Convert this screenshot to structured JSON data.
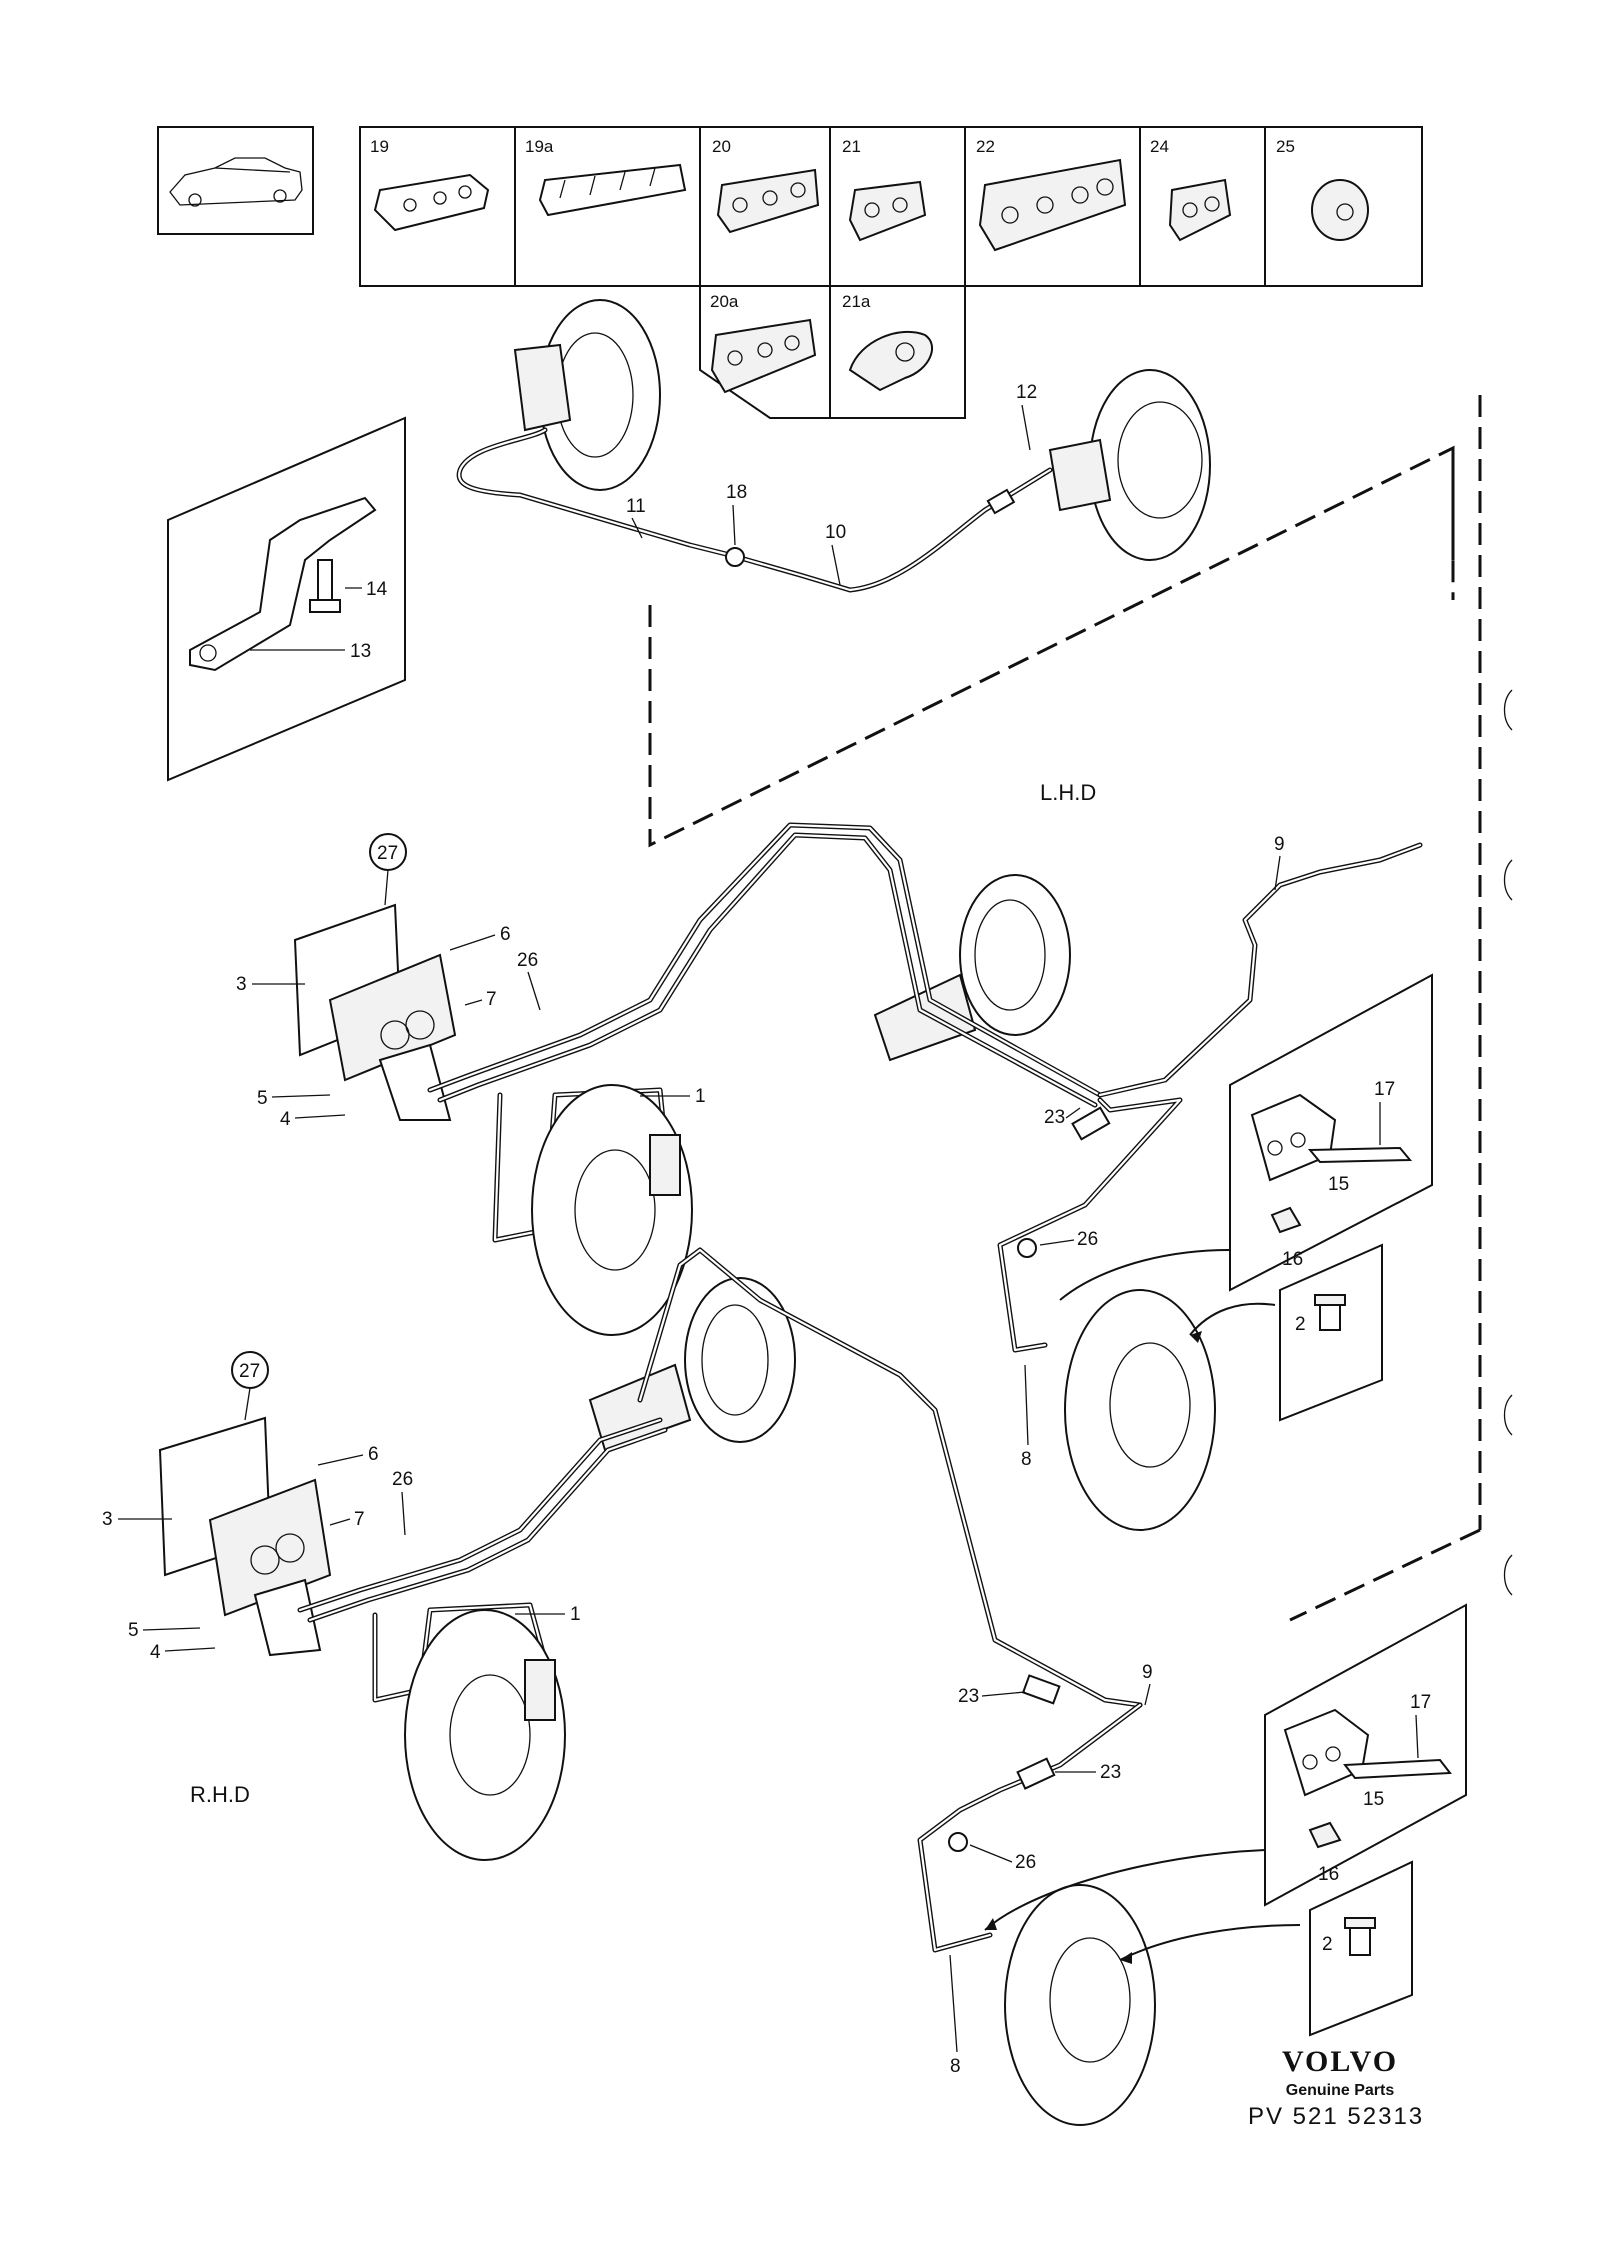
{
  "clip_panel": {
    "clips_top": [
      "19",
      "19a",
      "20",
      "21",
      "22",
      "24",
      "25"
    ],
    "clips_bottom": [
      "20a",
      "21a"
    ]
  },
  "sections": {
    "lhd_label": "L.H.D",
    "rhd_label": "R.H.D"
  },
  "callouts": {
    "lhd": {
      "c11": "11",
      "c18": "18",
      "c10": "10",
      "c12": "12",
      "c14": "14",
      "c13": "13",
      "c27": "27",
      "c6": "6",
      "c3": "3",
      "c26a": "26",
      "c7": "7",
      "c5": "5",
      "c4": "4",
      "c1": "1",
      "c9": "9",
      "c23": "23",
      "c26b": "26",
      "c8": "8",
      "c17": "17",
      "c15": "15",
      "c16": "16",
      "c2": "2"
    },
    "rhd": {
      "c27": "27",
      "c6": "6",
      "c3": "3",
      "c26a": "26",
      "c7": "7",
      "c5": "5",
      "c4": "4",
      "c1": "1",
      "c23a": "23",
      "c9": "9",
      "c23b": "23",
      "c26b": "26",
      "c8": "8",
      "c17": "17",
      "c15": "15",
      "c16": "16",
      "c2": "2"
    }
  },
  "footer": {
    "brand": "VOLVO",
    "tagline": "Genuine Parts",
    "ref": "PV 521 52313"
  }
}
